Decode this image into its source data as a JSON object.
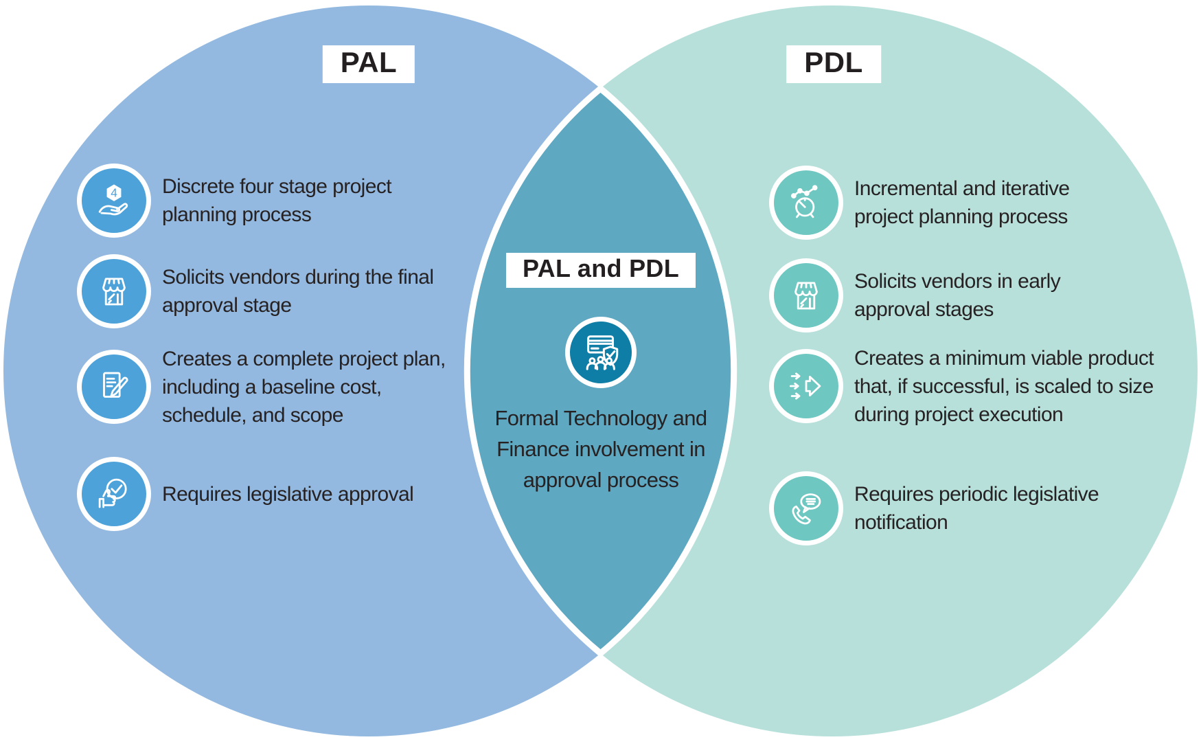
{
  "left": {
    "title": "PAL",
    "items": [
      {
        "icon": "hand-holding-four-icon",
        "text": "Discrete four stage project\nplanning process"
      },
      {
        "icon": "storefront-icon",
        "text": "Solicits vendors during the final\napproval stage"
      },
      {
        "icon": "document-pencil-icon",
        "text": "Creates a complete project plan,\nincluding a baseline cost,\nschedule, and scope"
      },
      {
        "icon": "thumbs-up-check-icon",
        "text": "Requires legislative approval"
      }
    ]
  },
  "center": {
    "title": "PAL and PDL",
    "item": {
      "icon": "card-shield-people-icon",
      "text": "Formal Technology and\nFinance involvement in\napproval process"
    }
  },
  "right": {
    "title": "PDL",
    "items": [
      {
        "icon": "clock-trendline-icon",
        "text": "Incremental and iterative\nproject planning process"
      },
      {
        "icon": "storefront-icon",
        "text": "Solicits vendors in early\napproval stages"
      },
      {
        "icon": "arrows-merge-icon",
        "text": "Creates a minimum viable product\nthat, if successful, is scaled to size\nduring project execution"
      },
      {
        "icon": "phone-chat-icon",
        "text": "Requires periodic legislative\nnotification"
      }
    ]
  },
  "colors": {
    "left_circle": "#93b9e0",
    "right_circle": "#b7e0da",
    "overlap": "#5fa8c2",
    "left_icon_bg": "#4da3d9",
    "right_icon_bg": "#6fc7c1",
    "center_icon_bg": "#0e7ea6",
    "text": "#262223",
    "title_text": "#231f20"
  }
}
